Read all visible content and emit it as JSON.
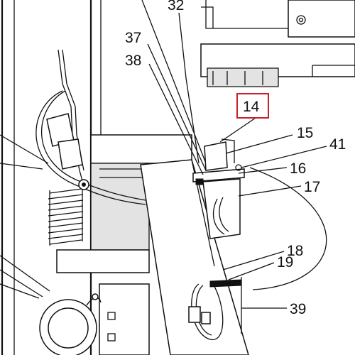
{
  "callouts": [
    {
      "id": "32",
      "text": "32"
    },
    {
      "id": "37",
      "text": "37"
    },
    {
      "id": "38",
      "text": "38"
    },
    {
      "id": "14",
      "text": "14"
    },
    {
      "id": "15",
      "text": "15"
    },
    {
      "id": "41",
      "text": "41"
    },
    {
      "id": "16",
      "text": "16"
    },
    {
      "id": "17",
      "text": "17"
    },
    {
      "id": "18",
      "text": "18"
    },
    {
      "id": "19",
      "text": "19"
    },
    {
      "id": "39",
      "text": "39"
    }
  ],
  "highlight": {
    "callout": "14",
    "color": "#c8202a"
  }
}
